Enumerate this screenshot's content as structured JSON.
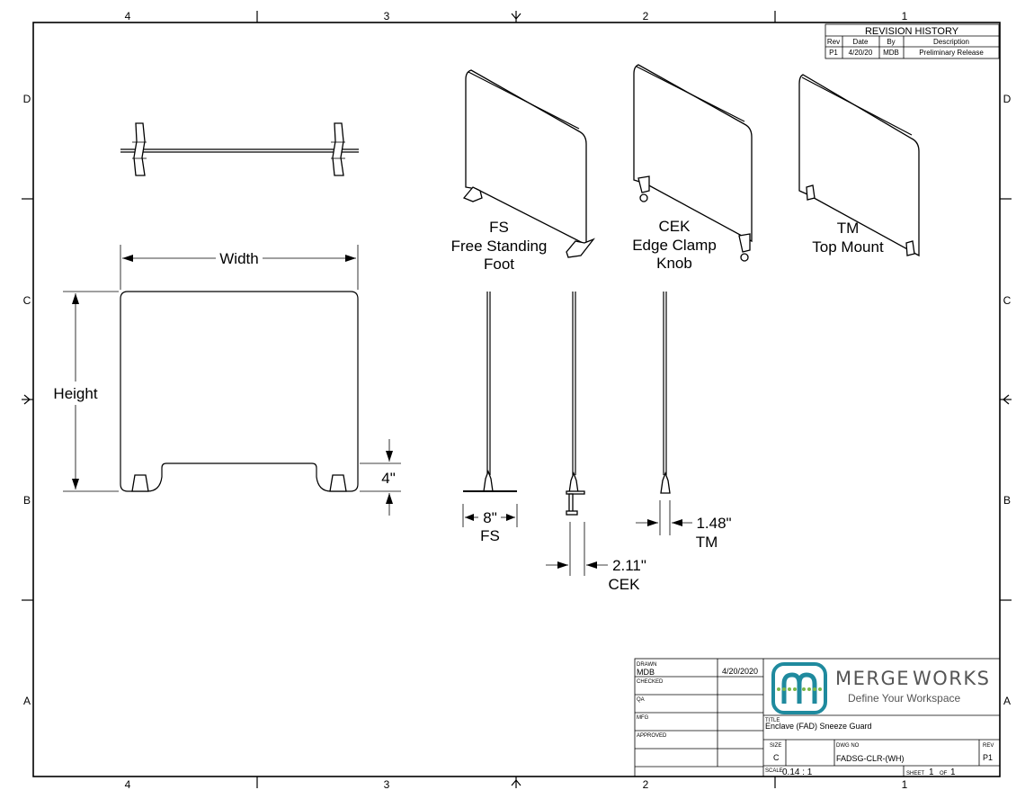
{
  "border": {
    "columns": [
      "4",
      "3",
      "2",
      "1"
    ],
    "rows": [
      "D",
      "C",
      "B",
      "A"
    ]
  },
  "revision_history": {
    "title": "REVISION HISTORY",
    "headers": [
      "Rev",
      "Date",
      "By",
      "Description"
    ],
    "rows": [
      [
        "P1",
        "4/20/20",
        "MDB",
        "Preliminary Release"
      ]
    ]
  },
  "dimensions": {
    "width": "Width",
    "height": "Height",
    "notch": "4\"",
    "fs_foot": "8\"",
    "fs_tag": "FS",
    "cek_clamp": "2.11\"",
    "cek_tag": "CEK",
    "tm_mount": "1.48\"",
    "tm_tag": "TM"
  },
  "variants": [
    {
      "code": "FS",
      "line1": "Free Standing",
      "line2": "Foot"
    },
    {
      "code": "CEK",
      "line1": "Edge Clamp",
      "line2": "Knob"
    },
    {
      "code": "TM",
      "line1": "Top Mount",
      "line2": ""
    }
  ],
  "title_block": {
    "drawn_label": "DRAWN",
    "drawn_by": "MDB",
    "drawn_date": "4/20/2020",
    "checked_label": "CHECKED",
    "qa_label": "QA",
    "mfg_label": "MFG",
    "approved_label": "APPROVED",
    "title_label": "TITLE",
    "title": "Enclave (FAD) Sneeze Guard",
    "size_label": "SIZE",
    "size": "C",
    "dwg_label": "DWG NO",
    "dwg_no": "FADSG-CLR-(WH)",
    "rev_label": "REV",
    "rev": "P1",
    "scale_label": "SCALE",
    "scale": "0.14 : 1",
    "sheet_label": "SHEET",
    "sheet": "1",
    "of_label": "OF",
    "sheet_total": "1"
  },
  "logo": {
    "name_a": "MERGE",
    "name_b": "WORKS",
    "tagline": "Define Your Workspace",
    "colors": {
      "teal": "#1f8a9e",
      "green": "#7ab648",
      "gray": "#555555"
    }
  }
}
